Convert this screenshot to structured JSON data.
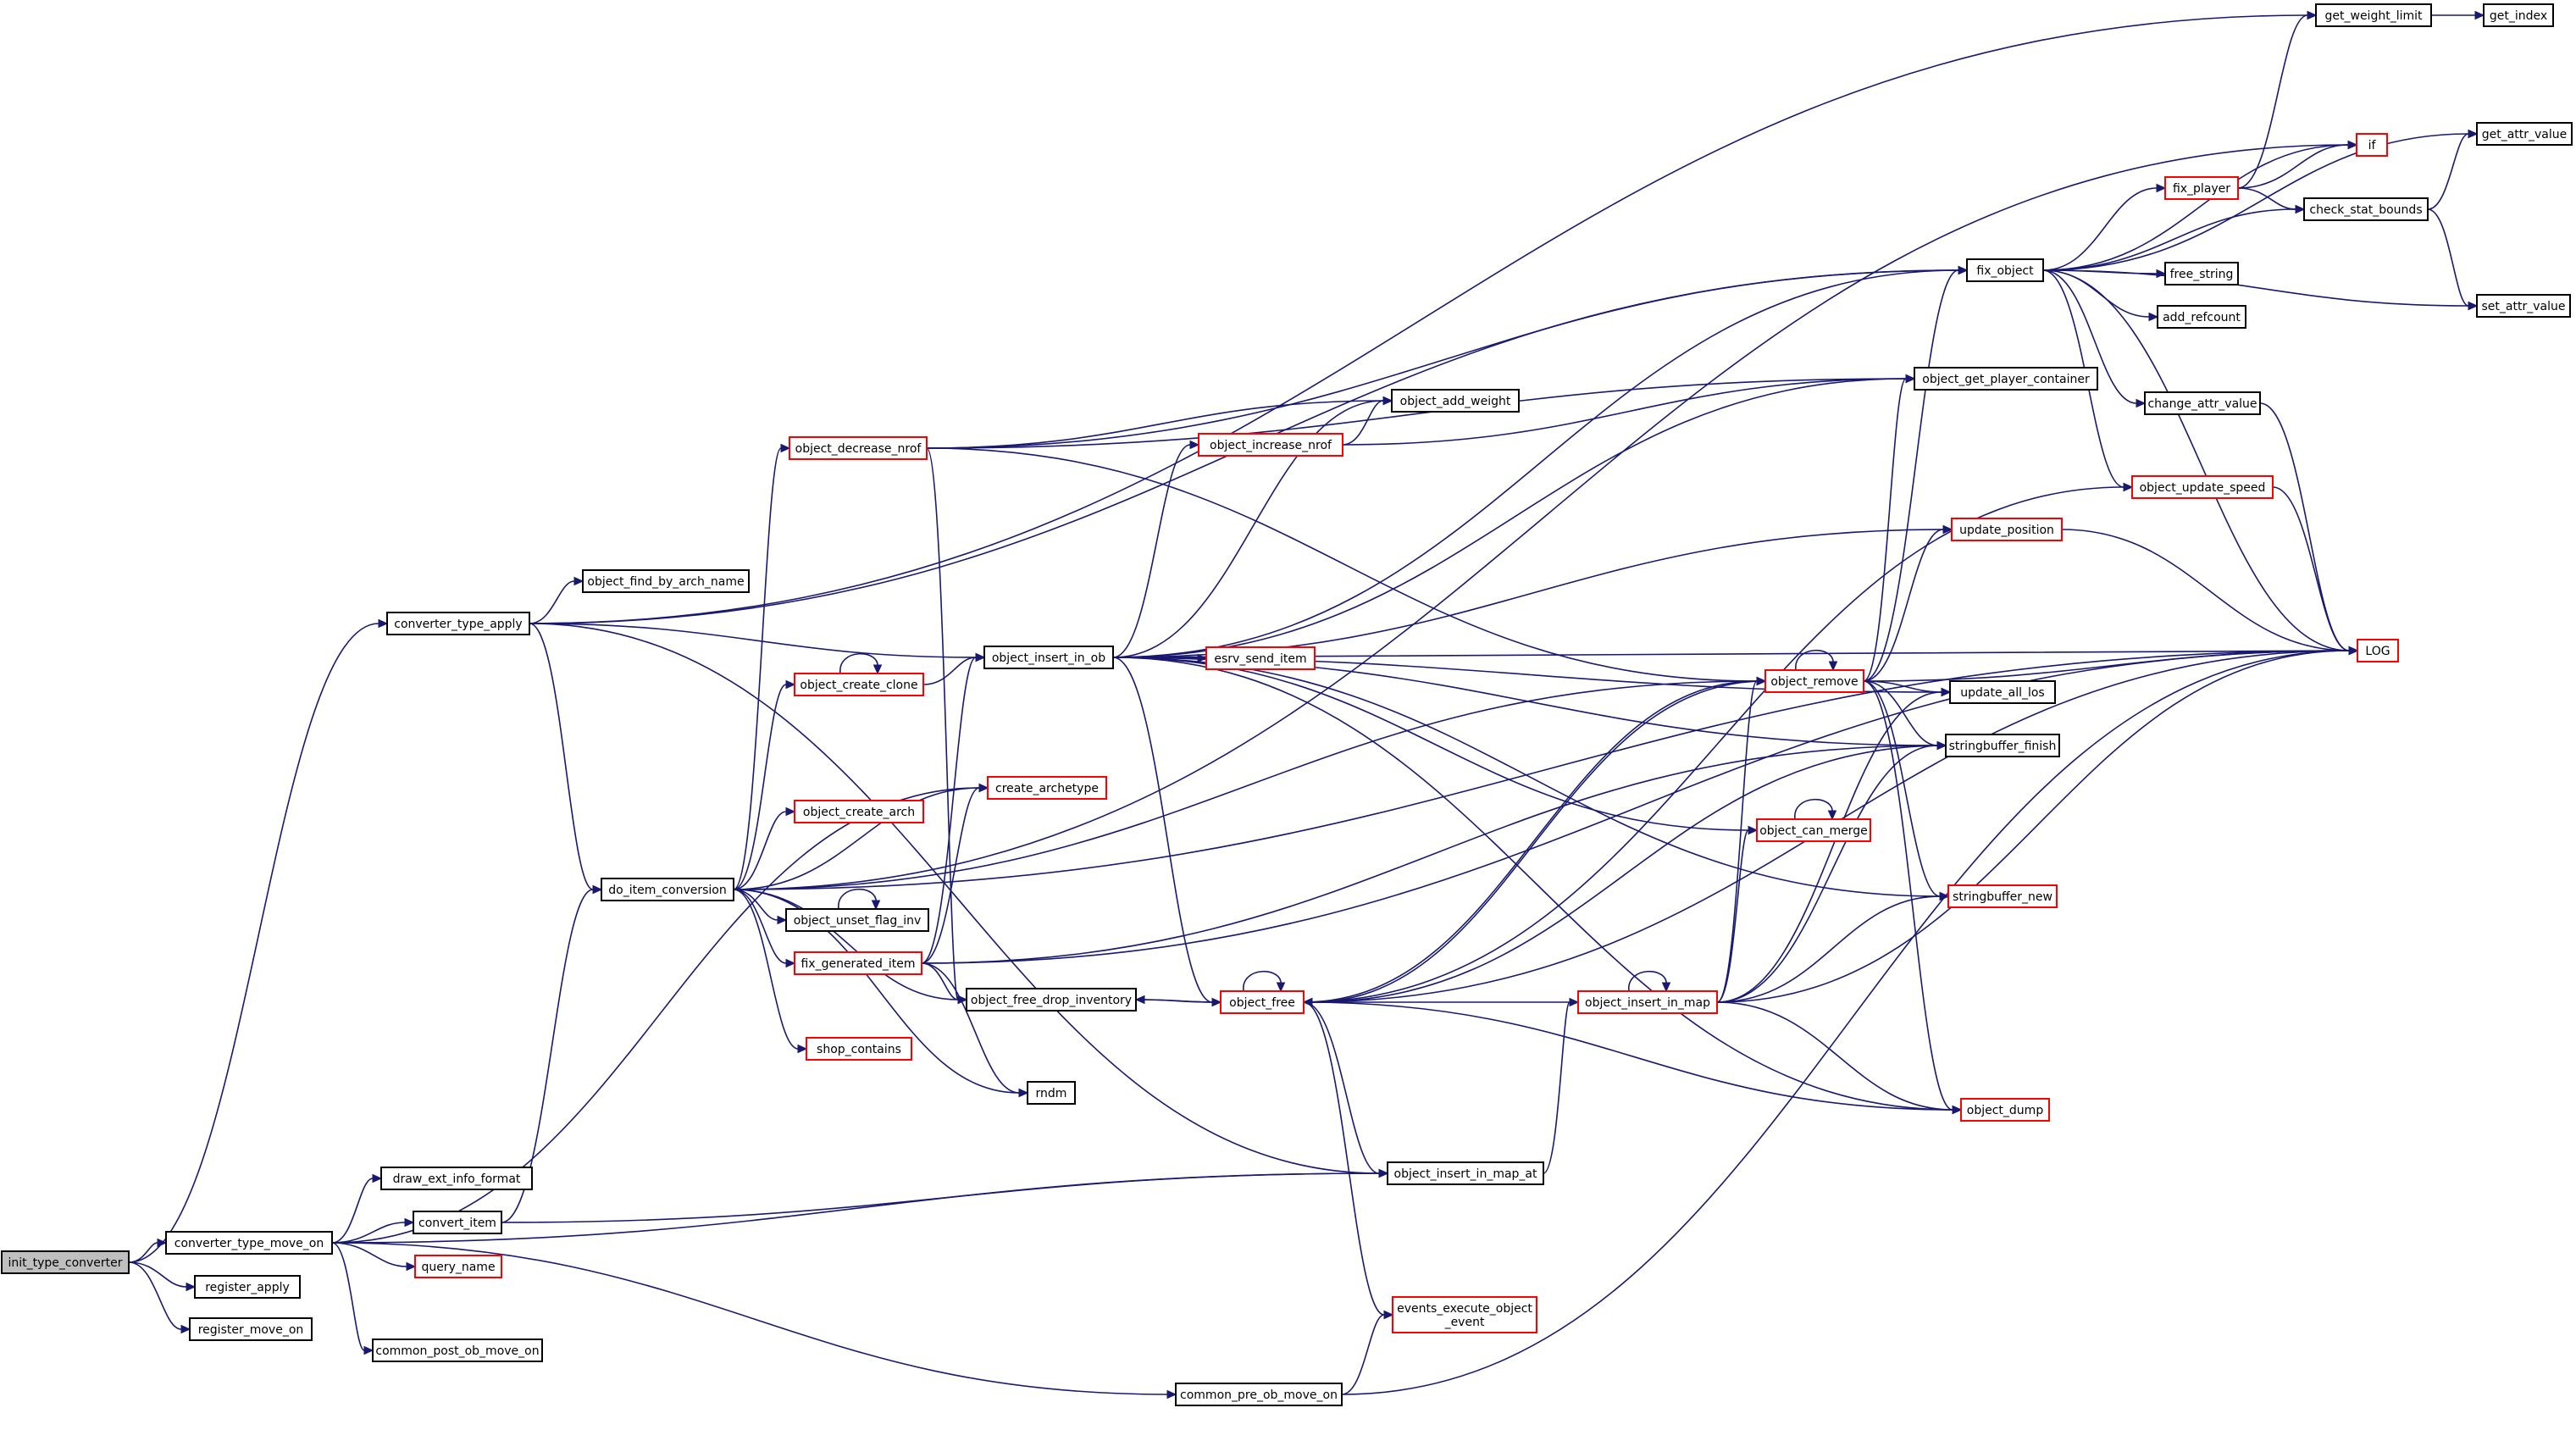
{
  "colors": {
    "edge": "#191970",
    "border_normal": "#000000",
    "border_truncated": "#ff0000",
    "root_fill": "#bfbfbf",
    "node_fill": "#ffffff"
  },
  "nodes": [
    {
      "id": "init_type_converter",
      "label": "init_type_converter",
      "style": "root"
    },
    {
      "id": "converter_type_move_on",
      "label": "converter_type_move_on",
      "style": "normal"
    },
    {
      "id": "register_apply",
      "label": "register_apply",
      "style": "normal"
    },
    {
      "id": "register_move_on",
      "label": "register_move_on",
      "style": "normal"
    },
    {
      "id": "converter_type_apply",
      "label": "converter_type_apply",
      "style": "normal"
    },
    {
      "id": "draw_ext_info_format",
      "label": "draw_ext_info_format",
      "style": "normal"
    },
    {
      "id": "convert_item",
      "label": "convert_item",
      "style": "normal"
    },
    {
      "id": "query_name",
      "label": "query_name",
      "style": "truncated"
    },
    {
      "id": "common_post_ob_move_on",
      "label": "common_post_ob_move_on",
      "style": "normal"
    },
    {
      "id": "common_pre_ob_move_on",
      "label": "common_pre_ob_move_on",
      "style": "normal"
    },
    {
      "id": "object_find_by_arch_name",
      "label": "object_find_by_arch_name",
      "style": "normal"
    },
    {
      "id": "do_item_conversion",
      "label": "do_item_conversion",
      "style": "normal"
    },
    {
      "id": "object_decrease_nrof",
      "label": "object_decrease_nrof",
      "style": "truncated"
    },
    {
      "id": "object_create_clone",
      "label": "object_create_clone",
      "style": "truncated"
    },
    {
      "id": "object_create_arch",
      "label": "object_create_arch",
      "style": "truncated"
    },
    {
      "id": "object_unset_flag_inv",
      "label": "object_unset_flag_inv",
      "style": "normal"
    },
    {
      "id": "fix_generated_item",
      "label": "fix_generated_item",
      "style": "truncated"
    },
    {
      "id": "shop_contains",
      "label": "shop_contains",
      "style": "truncated"
    },
    {
      "id": "object_insert_in_ob",
      "label": "object_insert_in_ob",
      "style": "normal"
    },
    {
      "id": "create_archetype",
      "label": "create_archetype",
      "style": "truncated"
    },
    {
      "id": "object_free_drop_inventory",
      "label": "object_free_drop_inventory",
      "style": "normal"
    },
    {
      "id": "rndm",
      "label": "rndm",
      "style": "normal"
    },
    {
      "id": "object_add_weight",
      "label": "object_add_weight",
      "style": "normal"
    },
    {
      "id": "object_increase_nrof",
      "label": "object_increase_nrof",
      "style": "truncated"
    },
    {
      "id": "esrv_send_item",
      "label": "esrv_send_item",
      "style": "truncated"
    },
    {
      "id": "object_free",
      "label": "object_free",
      "style": "truncated"
    },
    {
      "id": "object_insert_in_map_at",
      "label": "object_insert_in_map_at",
      "style": "normal"
    },
    {
      "id": "events_execute_object_event",
      "label": "events_execute_object\n_event",
      "style": "truncated"
    },
    {
      "id": "object_insert_in_map",
      "label": "object_insert_in_map",
      "style": "truncated"
    },
    {
      "id": "fix_object",
      "label": "fix_object",
      "style": "normal"
    },
    {
      "id": "object_get_player_container",
      "label": "object_get_player_container",
      "style": "normal"
    },
    {
      "id": "object_update_speed",
      "label": "object_update_speed",
      "style": "truncated"
    },
    {
      "id": "update_position",
      "label": "update_position",
      "style": "truncated"
    },
    {
      "id": "object_remove",
      "label": "object_remove",
      "style": "truncated"
    },
    {
      "id": "update_all_los",
      "label": "update_all_los",
      "style": "normal"
    },
    {
      "id": "stringbuffer_finish",
      "label": "stringbuffer_finish",
      "style": "normal"
    },
    {
      "id": "object_can_merge",
      "label": "object_can_merge",
      "style": "truncated"
    },
    {
      "id": "stringbuffer_new",
      "label": "stringbuffer_new",
      "style": "truncated"
    },
    {
      "id": "object_dump",
      "label": "object_dump",
      "style": "truncated"
    },
    {
      "id": "get_weight_limit",
      "label": "get_weight_limit",
      "style": "normal"
    },
    {
      "id": "get_index",
      "label": "get_index",
      "style": "normal"
    },
    {
      "id": "if",
      "label": "if",
      "style": "truncated"
    },
    {
      "id": "fix_player",
      "label": "fix_player",
      "style": "truncated"
    },
    {
      "id": "get_attr_value",
      "label": "get_attr_value",
      "style": "normal"
    },
    {
      "id": "check_stat_bounds",
      "label": "check_stat_bounds",
      "style": "normal"
    },
    {
      "id": "set_attr_value",
      "label": "set_attr_value",
      "style": "normal"
    },
    {
      "id": "free_string",
      "label": "free_string",
      "style": "normal"
    },
    {
      "id": "add_refcount",
      "label": "add_refcount",
      "style": "normal"
    },
    {
      "id": "change_attr_value",
      "label": "change_attr_value",
      "style": "normal"
    },
    {
      "id": "LOG",
      "label": "LOG",
      "style": "truncated"
    }
  ],
  "edges": [
    [
      "init_type_converter",
      "converter_type_apply"
    ],
    [
      "init_type_converter",
      "converter_type_move_on"
    ],
    [
      "init_type_converter",
      "register_apply"
    ],
    [
      "init_type_converter",
      "register_move_on"
    ],
    [
      "converter_type_apply",
      "get_weight_limit"
    ],
    [
      "converter_type_apply",
      "fix_object"
    ],
    [
      "converter_type_apply",
      "object_find_by_arch_name"
    ],
    [
      "converter_type_apply",
      "object_insert_in_ob"
    ],
    [
      "converter_type_apply",
      "do_item_conversion"
    ],
    [
      "converter_type_apply",
      "object_insert_in_map_at"
    ],
    [
      "converter_type_move_on",
      "create_archetype"
    ],
    [
      "converter_type_move_on",
      "draw_ext_info_format"
    ],
    [
      "converter_type_move_on",
      "convert_item"
    ],
    [
      "converter_type_move_on",
      "query_name"
    ],
    [
      "converter_type_move_on",
      "object_insert_in_map_at"
    ],
    [
      "converter_type_move_on",
      "common_post_ob_move_on"
    ],
    [
      "converter_type_move_on",
      "common_pre_ob_move_on"
    ],
    [
      "convert_item",
      "do_item_conversion"
    ],
    [
      "convert_item",
      "object_insert_in_map_at"
    ],
    [
      "do_item_conversion",
      "if"
    ],
    [
      "do_item_conversion",
      "object_decrease_nrof"
    ],
    [
      "do_item_conversion",
      "object_create_clone"
    ],
    [
      "do_item_conversion",
      "object_remove"
    ],
    [
      "do_item_conversion",
      "create_archetype"
    ],
    [
      "do_item_conversion",
      "object_create_arch"
    ],
    [
      "do_item_conversion",
      "object_unset_flag_inv"
    ],
    [
      "do_item_conversion",
      "fix_generated_item"
    ],
    [
      "do_item_conversion",
      "object_free_drop_inventory"
    ],
    [
      "do_item_conversion",
      "shop_contains"
    ],
    [
      "do_item_conversion",
      "rndm"
    ],
    [
      "do_item_conversion",
      "LOG"
    ],
    [
      "object_decrease_nrof",
      "fix_object"
    ],
    [
      "object_decrease_nrof",
      "object_get_player_container"
    ],
    [
      "object_decrease_nrof",
      "object_add_weight"
    ],
    [
      "object_decrease_nrof",
      "object_remove"
    ],
    [
      "object_decrease_nrof",
      "object_free_drop_inventory"
    ],
    [
      "object_create_clone",
      "object_create_clone"
    ],
    [
      "object_create_clone",
      "object_insert_in_ob"
    ],
    [
      "object_unset_flag_inv",
      "object_unset_flag_inv"
    ],
    [
      "fix_generated_item",
      "object_insert_in_ob"
    ],
    [
      "fix_generated_item",
      "create_archetype"
    ],
    [
      "fix_generated_item",
      "object_free_drop_inventory"
    ],
    [
      "fix_generated_item",
      "rndm"
    ],
    [
      "fix_generated_item",
      "stringbuffer_finish"
    ],
    [
      "fix_generated_item",
      "LOG"
    ],
    [
      "object_insert_in_ob",
      "fix_object"
    ],
    [
      "object_insert_in_ob",
      "object_add_weight"
    ],
    [
      "object_insert_in_ob",
      "object_get_player_container"
    ],
    [
      "object_insert_in_ob",
      "object_increase_nrof"
    ],
    [
      "object_insert_in_ob",
      "update_position"
    ],
    [
      "object_insert_in_ob",
      "LOG"
    ],
    [
      "object_insert_in_ob",
      "update_all_los"
    ],
    [
      "object_insert_in_ob",
      "esrv_send_item"
    ],
    [
      "object_insert_in_ob",
      "stringbuffer_finish"
    ],
    [
      "object_insert_in_ob",
      "stringbuffer_new"
    ],
    [
      "object_insert_in_ob",
      "object_can_merge"
    ],
    [
      "object_insert_in_ob",
      "object_free"
    ],
    [
      "object_insert_in_ob",
      "object_dump"
    ],
    [
      "object_increase_nrof",
      "object_add_weight"
    ],
    [
      "object_increase_nrof",
      "object_get_player_container"
    ],
    [
      "object_free_drop_inventory",
      "object_free"
    ],
    [
      "object_free",
      "object_free"
    ],
    [
      "object_free",
      "object_free_drop_inventory"
    ],
    [
      "object_free",
      "object_update_speed"
    ],
    [
      "object_free",
      "object_remove"
    ],
    [
      "object_free",
      "object_dump"
    ],
    [
      "object_free",
      "object_insert_in_map_at"
    ],
    [
      "object_free",
      "events_execute_object_event"
    ],
    [
      "object_free",
      "LOG"
    ],
    [
      "object_insert_in_map_at",
      "object_insert_in_map"
    ],
    [
      "object_insert_in_map",
      "object_insert_in_map"
    ],
    [
      "object_insert_in_map",
      "object_free"
    ],
    [
      "object_insert_in_map",
      "object_remove"
    ],
    [
      "object_insert_in_map",
      "object_can_merge"
    ],
    [
      "object_insert_in_map",
      "update_all_los"
    ],
    [
      "object_insert_in_map",
      "stringbuffer_finish"
    ],
    [
      "object_insert_in_map",
      "stringbuffer_new"
    ],
    [
      "object_insert_in_map",
      "object_dump"
    ],
    [
      "object_insert_in_map",
      "LOG"
    ],
    [
      "object_remove",
      "object_remove"
    ],
    [
      "object_remove",
      "fix_object"
    ],
    [
      "object_remove",
      "object_get_player_container"
    ],
    [
      "object_remove",
      "update_position"
    ],
    [
      "object_remove",
      "LOG"
    ],
    [
      "object_remove",
      "update_all_los"
    ],
    [
      "object_remove",
      "stringbuffer_finish"
    ],
    [
      "object_remove",
      "stringbuffer_new"
    ],
    [
      "object_remove",
      "object_free"
    ],
    [
      "object_remove",
      "object_dump"
    ],
    [
      "object_can_merge",
      "object_can_merge"
    ],
    [
      "stringbuffer_finish",
      "object_free"
    ],
    [
      "update_position",
      "LOG"
    ],
    [
      "object_update_speed",
      "LOG"
    ],
    [
      "common_pre_ob_move_on",
      "events_execute_object_event"
    ],
    [
      "common_pre_ob_move_on",
      "LOG"
    ],
    [
      "get_weight_limit",
      "get_index"
    ],
    [
      "fix_object",
      "get_attr_value"
    ],
    [
      "fix_object",
      "if"
    ],
    [
      "fix_object",
      "fix_player"
    ],
    [
      "fix_object",
      "check_stat_bounds"
    ],
    [
      "fix_object",
      "free_string"
    ],
    [
      "fix_object",
      "add_refcount"
    ],
    [
      "fix_object",
      "set_attr_value"
    ],
    [
      "fix_object",
      "change_attr_value"
    ],
    [
      "fix_object",
      "object_update_speed"
    ],
    [
      "fix_object",
      "LOG"
    ],
    [
      "fix_player",
      "get_weight_limit"
    ],
    [
      "fix_player",
      "if"
    ],
    [
      "fix_player",
      "check_stat_bounds"
    ],
    [
      "check_stat_bounds",
      "get_attr_value"
    ],
    [
      "check_stat_bounds",
      "set_attr_value"
    ],
    [
      "change_attr_value",
      "LOG"
    ]
  ]
}
